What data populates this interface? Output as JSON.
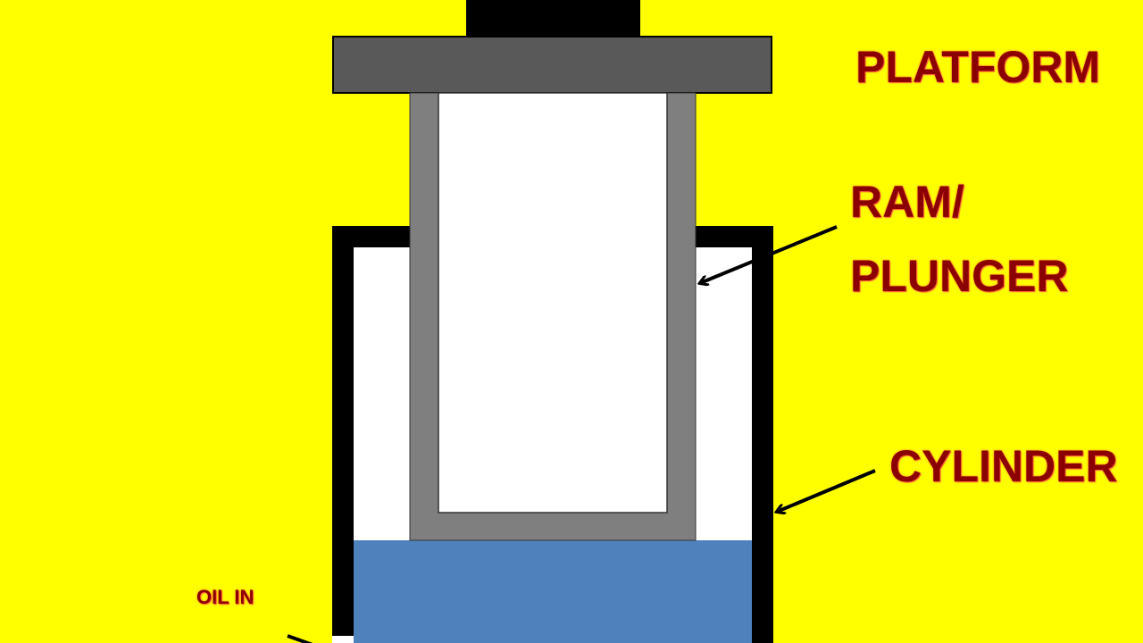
{
  "diagram": {
    "labels": {
      "platform": "PLATFORM",
      "ram_line1": "RAM/",
      "ram_line2": "PLUNGER",
      "cylinder": "CYLINDER",
      "oil_in": "OIL IN"
    },
    "colors": {
      "background": "#ffff00",
      "platform": "#595959",
      "ram": "#7f7f7f",
      "cylinder_wall": "#000000",
      "cylinder_interior": "#ffffff",
      "oil": "#4f81bd",
      "label_text": "#8b0000",
      "label_glow": "#ff5a3c"
    }
  }
}
